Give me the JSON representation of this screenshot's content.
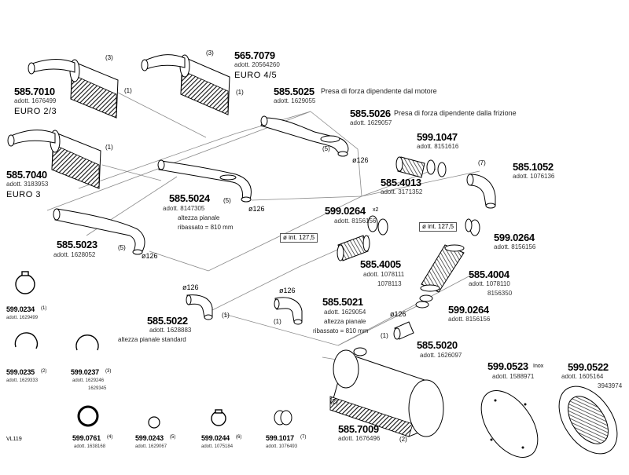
{
  "parts": [
    {
      "code": "585.7010",
      "adott": "adott. 1676499",
      "euro": "EURO 2/3"
    },
    {
      "code": "565.7079",
      "adott": "adott. 20564260",
      "euro": "EURO 4/5"
    },
    {
      "code": "585.7040",
      "adott": "adott. 3183953",
      "euro": "EURO 3"
    },
    {
      "code": "585.5025",
      "desc": "Presa di forza dipendente dal motore",
      "adott": "adott. 1629055"
    },
    {
      "code": "585.5026",
      "desc": "Presa di forza dipendente dalla frizione",
      "adott": "adott. 1629057"
    },
    {
      "code": "599.1047",
      "adott": "adott. 8151616"
    },
    {
      "code": "585.1052",
      "adott": "adott. 1076136"
    },
    {
      "code": "585.4013",
      "adott": "adott. 3171352"
    },
    {
      "code": "585.5024",
      "adott": "adott. 8147305",
      "note1": "altezza pianale",
      "note2": "ribassato = 810 mm"
    },
    {
      "code": "599.0264",
      "qty": "x2",
      "adott": "adott. 8156156"
    },
    {
      "code": "585.5023",
      "adott": "adott. 1628052"
    },
    {
      "code": "599.0264",
      "adott": "adott. 8156156"
    },
    {
      "code": "585.4005",
      "adott": "adott. 1078111",
      "adott2": "1078113"
    },
    {
      "code": "585.4004",
      "adott": "adott. 1078110",
      "adott2": "8156350"
    },
    {
      "code": "585.5021",
      "adott": "adott. 1629054",
      "note1": "altezza pianale",
      "note2": "ribassato = 810 mm"
    },
    {
      "code": "599.0264",
      "adott": "adott. 8156156"
    },
    {
      "code": "585.5022",
      "adott": "adott. 1628883",
      "note1": "altezza pianale standard"
    },
    {
      "code": "585.5020",
      "adott": "adott. 1626097"
    },
    {
      "code": "599.0523",
      "qty": "Inox",
      "adott": "adott. 1588971"
    },
    {
      "code": "599.0522",
      "adott": "adott. 1605164",
      "adott2": "3943974"
    },
    {
      "code": "585.7009",
      "adott": "adott. 1676496"
    }
  ],
  "small_parts": [
    {
      "code": "599.0234",
      "qty": "(1)",
      "adott": "adott. 1629499"
    },
    {
      "code": "599.0235",
      "qty": "(2)",
      "adott": "adott. 1629333"
    },
    {
      "code": "599.0237",
      "qty": "(3)",
      "adott": "adott. 1629246",
      "adott2": "1629345"
    },
    {
      "code": "599.0761",
      "qty": "(4)",
      "adott": "adott. 1638168"
    },
    {
      "code": "599.0243",
      "qty": "(5)",
      "adott": "adott. 1629067"
    },
    {
      "code": "599.0244",
      "qty": "(6)",
      "adott": "adott. 1075184"
    },
    {
      "code": "599.1017",
      "qty": "(7)",
      "adott": "adott. 1076493"
    }
  ],
  "boxes": [
    "ø int. 127,5",
    "ø int. 127,5"
  ],
  "diameters": [
    "ø126",
    "ø126",
    "ø126",
    "ø126",
    "ø126",
    "ø126"
  ],
  "qty_marks": [
    "(3)",
    "(1)",
    "(3)",
    "(1)",
    "(1)",
    "(5)",
    "(5)",
    "(5)",
    "(7)",
    "(1)",
    "(1)",
    "(1)",
    "(2)",
    "(2)"
  ],
  "footer": {
    "code": "VL119"
  },
  "colors": {
    "line": "#000000",
    "hatch": "#222222",
    "leader": "#888888"
  }
}
